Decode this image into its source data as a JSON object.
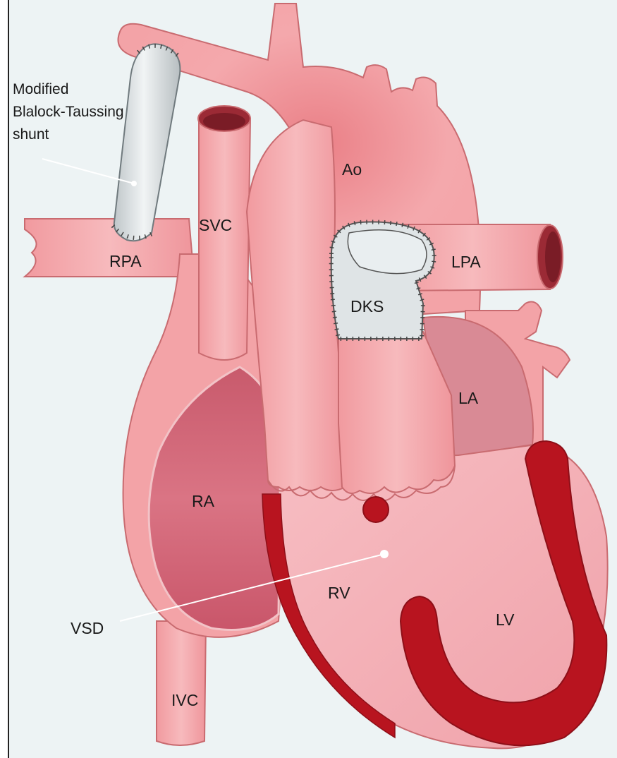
{
  "labels": {
    "shunt_line1": "Modified",
    "shunt_line2": "Blalock-Taussing",
    "shunt_line3": "shunt",
    "ao": "Ao",
    "svc": "SVC",
    "rpa": "RPA",
    "lpa": "LPA",
    "dks": "DKS",
    "la": "LA",
    "ra": "RA",
    "rv": "RV",
    "lv": "LV",
    "vsd": "VSD",
    "ivc": "IVC"
  },
  "colors": {
    "background": "#edf3f4",
    "vessel": "#f3a3a7",
    "vessel_light": "#f7b9bc",
    "vessel_outline": "#c96b70",
    "ra_chamber": "#d86d7d",
    "la_chamber": "#d98a95",
    "ventricle": "#f5b2b8",
    "septum": "#b8141f",
    "shunt_graft": "#dfe4e6",
    "suture": "#555555"
  }
}
